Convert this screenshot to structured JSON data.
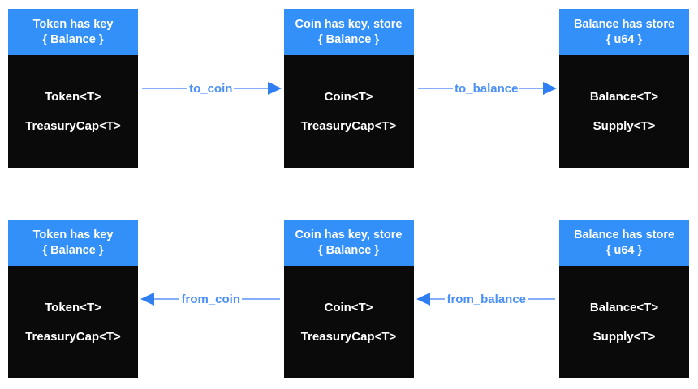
{
  "colors": {
    "header_bg": "#3390F8",
    "body_bg": "#0A0A0B",
    "arrow_line": "#85ADF8",
    "arrow_head": "#2F7FF2",
    "arrow_label": "#4A90F8"
  },
  "rows": [
    {
      "boxes": [
        {
          "header_line1": "Token has key",
          "header_line2": "{ Balance }",
          "items": [
            "Token<T>",
            "TreasuryCap<T>"
          ]
        },
        {
          "header_line1": "Coin has key, store",
          "header_line2": "{ Balance }",
          "items": [
            "Coin<T>",
            "TreasuryCap<T>"
          ]
        },
        {
          "header_line1": "Balance has store",
          "header_line2": "{ u64 }",
          "items": [
            "Balance<T>",
            "Supply<T>"
          ]
        }
      ],
      "arrows": [
        {
          "label": "to_coin",
          "direction": "right"
        },
        {
          "label": "to_balance",
          "direction": "right"
        }
      ]
    },
    {
      "boxes": [
        {
          "header_line1": "Token has key",
          "header_line2": "{ Balance }",
          "items": [
            "Token<T>",
            "TreasuryCap<T>"
          ]
        },
        {
          "header_line1": "Coin has key, store",
          "header_line2": "{ Balance }",
          "items": [
            "Coin<T>",
            "TreasuryCap<T>"
          ]
        },
        {
          "header_line1": "Balance has store",
          "header_line2": "{ u64 }",
          "items": [
            "Balance<T>",
            "Supply<T>"
          ]
        }
      ],
      "arrows": [
        {
          "label": "from_coin",
          "direction": "left"
        },
        {
          "label": "from_balance",
          "direction": "left"
        }
      ]
    }
  ]
}
